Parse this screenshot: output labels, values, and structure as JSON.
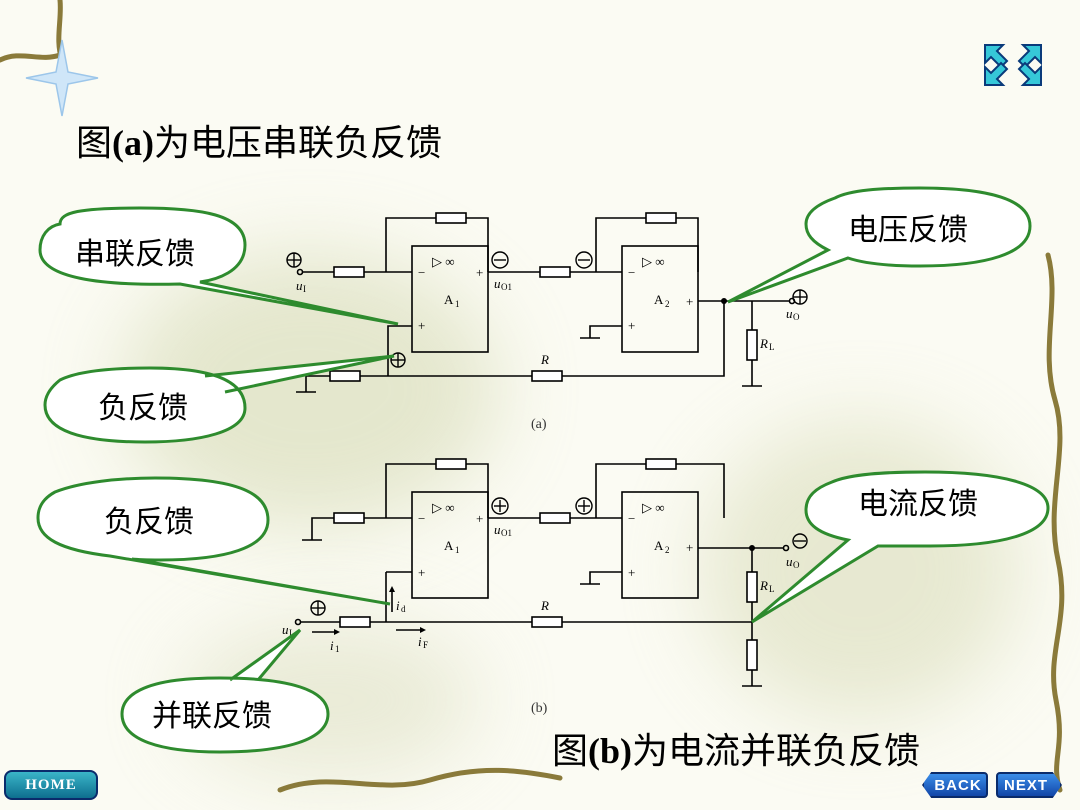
{
  "slide": {
    "title_a_pre": "图",
    "title_a_bold": "(a)",
    "title_a_post": "为电压串联负反馈",
    "title_b_pre": "图",
    "title_b_bold": "(b)",
    "title_b_post": "为电流并联负反馈"
  },
  "callouts": {
    "series": "串联反馈",
    "neg_a": "负反馈",
    "voltage": "电压反馈",
    "neg_b": "负反馈",
    "current": "电流反馈",
    "shunt": "并联反馈"
  },
  "circuit_a": {
    "caption": "(a)",
    "amp1": "A",
    "amp1_sub": "1",
    "amp2": "A",
    "amp2_sub": "2",
    "inf": "▷ ∞",
    "ui": "u",
    "ui_sub": "I",
    "uo1": "u",
    "uo1_sub": "O1",
    "uo": "u",
    "uo_sub": "O",
    "rl": "R",
    "rl_sub": "L",
    "r": "R"
  },
  "circuit_b": {
    "caption": "(b)",
    "amp1": "A",
    "amp1_sub": "1",
    "amp2": "A",
    "amp2_sub": "2",
    "inf": "▷ ∞",
    "ui": "u",
    "ui_sub": "I",
    "uo1": "u",
    "uo1_sub": "O1",
    "uo": "u",
    "uo_sub": "O",
    "rl": "R",
    "rl_sub": "L",
    "r": "R",
    "id": "i",
    "id_sub": "d",
    "i1": "i",
    "i1_sub": "1",
    "if": "i",
    "if_sub": "F"
  },
  "nav": {
    "home": "HOME",
    "back": "BACK",
    "next": "NEXT"
  },
  "colors": {
    "callout_border": "#2e8b2e",
    "background": "#fbfbf3",
    "vine": "#8a7a3a"
  }
}
